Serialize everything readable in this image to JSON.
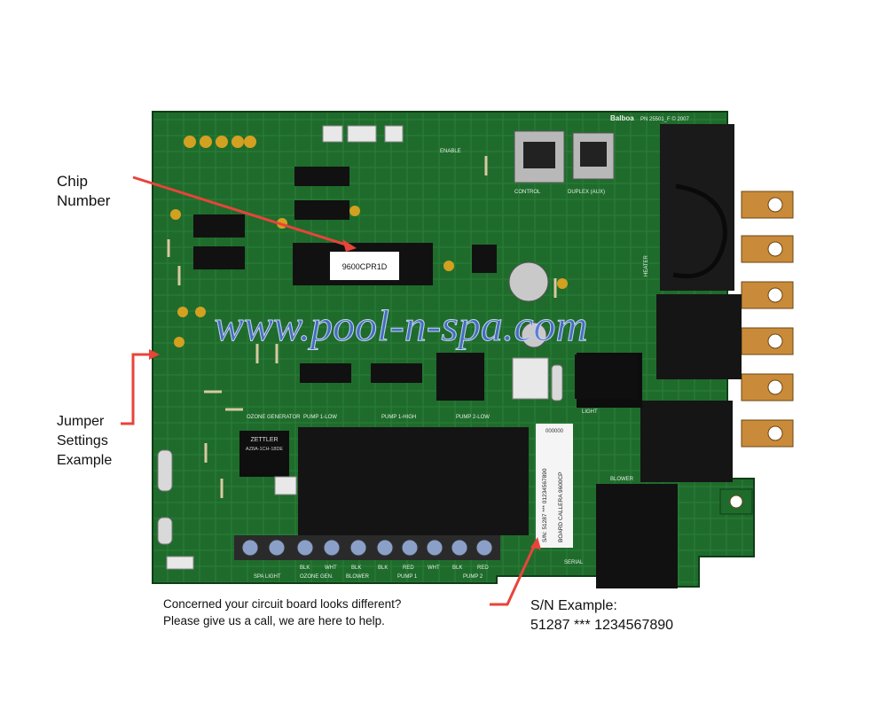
{
  "callouts": {
    "chip_label": [
      "Chip",
      "Number"
    ],
    "jumper_label": [
      "Jumper",
      "Settings",
      "Example"
    ],
    "sn_label": "S/N Example:",
    "sn_value": "51287 *** 1234567890"
  },
  "footer_note": {
    "line1": "Concerned your circuit board looks different?",
    "line2": "Please give us a call, we are here to help."
  },
  "board": {
    "chip_text": "9600CPR1D",
    "watermark": "www.pool-n-spa.com",
    "brand": "Balboa",
    "part_number": "PN 25501_F © 2007",
    "relay_brand": "ZETTLER",
    "relay_text": "AZ8A-1CH-18DE",
    "serial_sticker": {
      "top": "000000",
      "line1": "S/N: 51287 *** 01234567890",
      "line2": "BOARD  CALLERA  9600CP"
    },
    "silkscreen": {
      "control": "CONTROL",
      "duplex": "DUPLEX (AUX)",
      "enable": "ENABLE",
      "ozone": "OZONE GENERATOR",
      "pump1_low": "PUMP 1-LOW",
      "pump1_high": "PUMP 1-HIGH",
      "pump2_low": "PUMP 2-LOW",
      "light": "LIGHT",
      "blower": "BLOWER",
      "serial": "SERIAL",
      "heater": "HEATER",
      "spa_light": "SPA LIGHT",
      "ozone_gen": "OZONE GEN.",
      "blower_t": "BLOWER",
      "pump1": "PUMP 1",
      "pump2": "PUMP 2",
      "blk": "BLK",
      "wht": "WHT",
      "red": "RED"
    }
  },
  "colors": {
    "pcb": "#1f6b2c",
    "pcb_dark": "#134a1c",
    "arrow": "#e8443a",
    "watermark": "#4a6fd8"
  }
}
